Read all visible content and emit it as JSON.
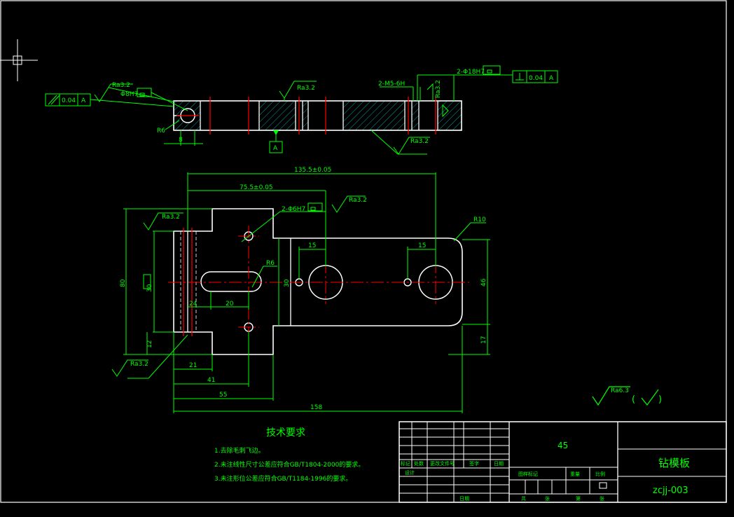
{
  "colors": {
    "background": "#000000",
    "outline": "#ffffff",
    "dimension": "#00ff00",
    "centerline": "#ff0000",
    "hatch": "#00a0a0",
    "frame": "#ffffff"
  },
  "top_view": {
    "left_flatness": {
      "value": "0.04",
      "datum": "A"
    },
    "left_rough": "Ra3.2",
    "left_hole": "Φ8H7",
    "left_radius": "R6",
    "left_dim": "8",
    "mid_rough": "Ra3.2",
    "thread": "2-M5-6H",
    "right_rough_v": "Ra3.2",
    "right_hole": "2-Φ18H7",
    "perp": {
      "value": "0.04",
      "datum": "A"
    },
    "bottom_rough": "Ra3.2",
    "datum_label": "A"
  },
  "front_view": {
    "dim_total_top": "135.5±0.05",
    "dim_mid_top": "75.5±0.05",
    "small_holes": "2-Φ6H7",
    "top_rough": "Ra3.2",
    "left_rough": "Ra3.2",
    "radius_r10": "R10",
    "dim_15a": "15",
    "dim_15b": "15",
    "slot_r6": "R6",
    "dim_80": "80",
    "dim_30a": "30",
    "dim_30b": "30",
    "dim_46": "46",
    "dim_24": "24",
    "dim_20": "20",
    "dim_12": "12",
    "dim_17": "17",
    "dim_21": "21",
    "dim_41": "41",
    "dim_55": "55",
    "dim_158": "158",
    "bottom_rough": "Ra3.2"
  },
  "general_rough": {
    "value": "Ra6.3",
    "open": "(",
    "close": ")"
  },
  "tech_req": {
    "title": "技术要求",
    "lines": [
      "1.去除毛刺飞边。",
      "2.未注线性尺寸公差应符合GB/T1804-2000的要求。",
      "3.未注形位公差应符合GB/T1184-1996的要求。"
    ]
  },
  "title_block": {
    "material": "45",
    "part_name": "钻模板",
    "drawing_no": "zcjj-003",
    "header_cells": [
      "标记",
      "处数",
      "更改文件号",
      "签字",
      "日期"
    ],
    "row_design": "设计",
    "stage_cells": [
      "图样标记",
      "重量",
      "比例"
    ],
    "date_cell": "日期",
    "bottom_cells": [
      "共",
      "张",
      "第",
      "张"
    ]
  }
}
